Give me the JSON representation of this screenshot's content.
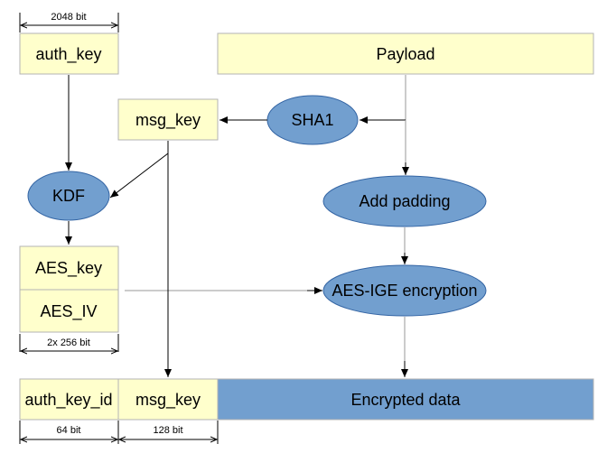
{
  "boxes": {
    "auth_key": "auth_key",
    "payload": "Payload",
    "msg_key_top": "msg_key",
    "aes_key": "AES_key",
    "aes_iv": "AES_IV",
    "auth_key_id": "auth_key_id",
    "msg_key_bottom": "msg_key",
    "encrypted_data": "Encrypted data"
  },
  "ellipses": {
    "sha1": "SHA1",
    "kdf": "KDF",
    "add_padding": "Add padding",
    "aes_ige": "AES-IGE encryption"
  },
  "dimensions": {
    "auth_key_bits": "2048 bit",
    "aes_bits": "2x 256 bit",
    "auth_key_id_bits": "64 bit",
    "msg_key_bits": "128 bit"
  },
  "colors": {
    "box_fill": "#ffffcc",
    "ellipse_fill": "#729fcf",
    "encrypted_fill": "#729fcf"
  }
}
